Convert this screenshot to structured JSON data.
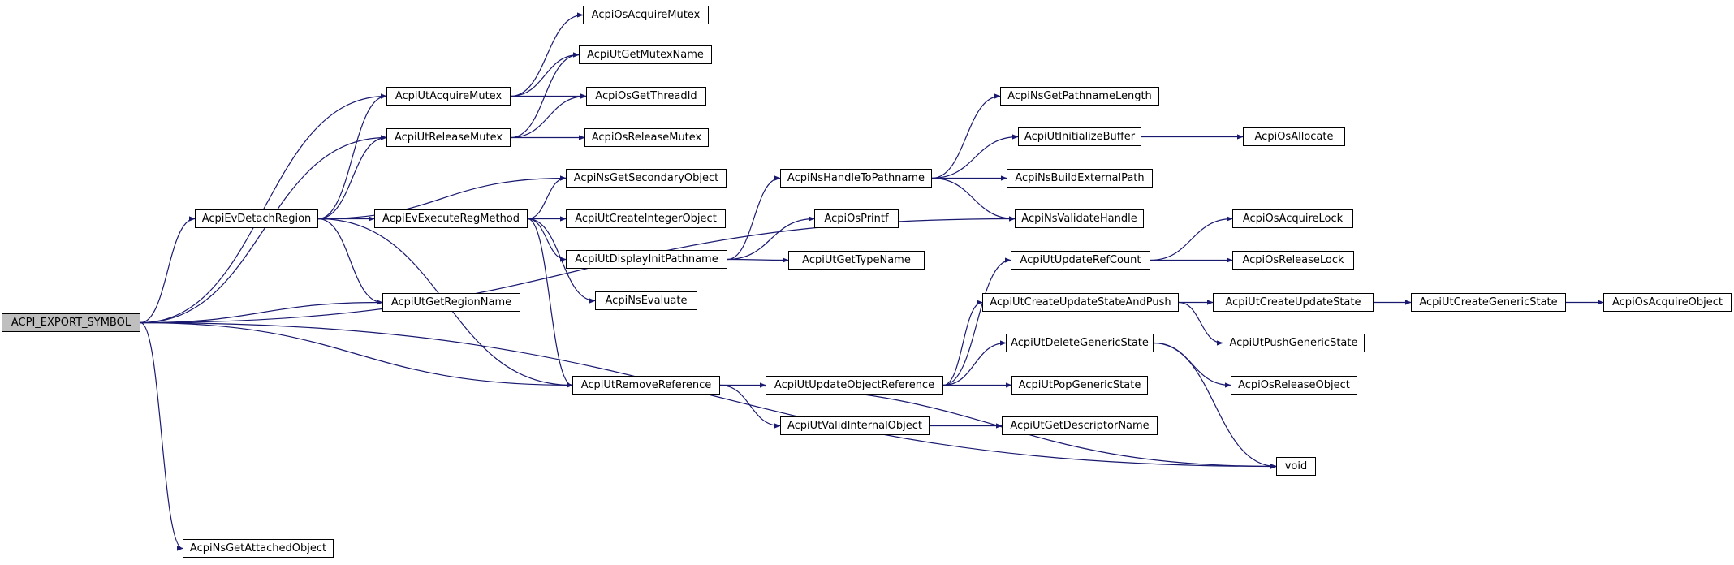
{
  "graph": {
    "colors": {
      "edge": "#191970",
      "node_border": "#000000",
      "node_fill": "#ffffff",
      "root_fill": "#bfbfbf"
    },
    "nodes": [
      {
        "id": "n0",
        "label": "ACPI_EXPORT_SYMBOL",
        "root": true
      },
      {
        "id": "n1",
        "label": "AcpiEvDetachRegion"
      },
      {
        "id": "n2",
        "label": "AcpiNsGetAttachedObject"
      },
      {
        "id": "n3",
        "label": "AcpiUtAcquireMutex"
      },
      {
        "id": "n4",
        "label": "AcpiUtReleaseMutex"
      },
      {
        "id": "n5",
        "label": "AcpiEvExecuteRegMethod"
      },
      {
        "id": "n6",
        "label": "AcpiUtGetRegionName"
      },
      {
        "id": "n7",
        "label": "AcpiOsAcquireMutex"
      },
      {
        "id": "n8",
        "label": "AcpiUtGetMutexName"
      },
      {
        "id": "n9",
        "label": "AcpiOsGetThreadId"
      },
      {
        "id": "n10",
        "label": "AcpiOsReleaseMutex"
      },
      {
        "id": "n11",
        "label": "AcpiNsGetSecondaryObject"
      },
      {
        "id": "n12",
        "label": "AcpiUtCreateIntegerObject"
      },
      {
        "id": "n13",
        "label": "AcpiUtDisplayInitPathname"
      },
      {
        "id": "n14",
        "label": "AcpiNsEvaluate"
      },
      {
        "id": "n15",
        "label": "AcpiUtRemoveReference"
      },
      {
        "id": "n16",
        "label": "AcpiNsHandleToPathname"
      },
      {
        "id": "n17",
        "label": "AcpiOsPrintf"
      },
      {
        "id": "n18",
        "label": "AcpiUtGetTypeName"
      },
      {
        "id": "n19",
        "label": "AcpiUtUpdateObjectReference"
      },
      {
        "id": "n20",
        "label": "AcpiUtValidInternalObject"
      },
      {
        "id": "n21",
        "label": "AcpiNsGetPathnameLength"
      },
      {
        "id": "n22",
        "label": "AcpiUtInitializeBuffer"
      },
      {
        "id": "n23",
        "label": "AcpiNsBuildExternalPath"
      },
      {
        "id": "n24",
        "label": "AcpiNsValidateHandle"
      },
      {
        "id": "n25",
        "label": "AcpiUtUpdateRefCount"
      },
      {
        "id": "n26",
        "label": "AcpiUtCreateUpdateStateAndPush"
      },
      {
        "id": "n27",
        "label": "AcpiUtDeleteGenericState"
      },
      {
        "id": "n28",
        "label": "AcpiUtPopGenericState"
      },
      {
        "id": "n29",
        "label": "AcpiUtGetDescriptorName"
      },
      {
        "id": "n30",
        "label": "AcpiOsAllocate"
      },
      {
        "id": "n31",
        "label": "AcpiOsAcquireLock"
      },
      {
        "id": "n32",
        "label": "AcpiOsReleaseLock"
      },
      {
        "id": "n33",
        "label": "AcpiUtCreateUpdateState"
      },
      {
        "id": "n34",
        "label": "AcpiUtPushGenericState"
      },
      {
        "id": "n35",
        "label": "AcpiOsReleaseObject"
      },
      {
        "id": "n36",
        "label": "AcpiUtCreateGenericState"
      },
      {
        "id": "n37",
        "label": "AcpiOsAcquireObject"
      },
      {
        "id": "n38",
        "label": "void"
      }
    ],
    "edges": [
      {
        "from": "n0",
        "to": "n3"
      },
      {
        "from": "n0",
        "to": "n4"
      },
      {
        "from": "n0",
        "to": "n1"
      },
      {
        "from": "n0",
        "to": "n6"
      },
      {
        "from": "n0",
        "to": "n24"
      },
      {
        "from": "n0",
        "to": "n15"
      },
      {
        "from": "n0",
        "to": "n38"
      },
      {
        "from": "n0",
        "to": "n2"
      },
      {
        "from": "n1",
        "to": "n3"
      },
      {
        "from": "n1",
        "to": "n4"
      },
      {
        "from": "n1",
        "to": "n11"
      },
      {
        "from": "n1",
        "to": "n5"
      },
      {
        "from": "n1",
        "to": "n6"
      },
      {
        "from": "n1",
        "to": "n15"
      },
      {
        "from": "n3",
        "to": "n7"
      },
      {
        "from": "n3",
        "to": "n8"
      },
      {
        "from": "n3",
        "to": "n9"
      },
      {
        "from": "n4",
        "to": "n8"
      },
      {
        "from": "n4",
        "to": "n9"
      },
      {
        "from": "n4",
        "to": "n10"
      },
      {
        "from": "n5",
        "to": "n11"
      },
      {
        "from": "n5",
        "to": "n12"
      },
      {
        "from": "n5",
        "to": "n13"
      },
      {
        "from": "n5",
        "to": "n14"
      },
      {
        "from": "n5",
        "to": "n15"
      },
      {
        "from": "n13",
        "to": "n16"
      },
      {
        "from": "n13",
        "to": "n17"
      },
      {
        "from": "n13",
        "to": "n18"
      },
      {
        "from": "n16",
        "to": "n21"
      },
      {
        "from": "n16",
        "to": "n22"
      },
      {
        "from": "n16",
        "to": "n23"
      },
      {
        "from": "n16",
        "to": "n24"
      },
      {
        "from": "n22",
        "to": "n30"
      },
      {
        "from": "n15",
        "to": "n19"
      },
      {
        "from": "n15",
        "to": "n20"
      },
      {
        "from": "n15",
        "to": "n38"
      },
      {
        "from": "n19",
        "to": "n25"
      },
      {
        "from": "n19",
        "to": "n26"
      },
      {
        "from": "n19",
        "to": "n27"
      },
      {
        "from": "n19",
        "to": "n28"
      },
      {
        "from": "n20",
        "to": "n29"
      },
      {
        "from": "n25",
        "to": "n31"
      },
      {
        "from": "n25",
        "to": "n32"
      },
      {
        "from": "n26",
        "to": "n33"
      },
      {
        "from": "n26",
        "to": "n34"
      },
      {
        "from": "n33",
        "to": "n36"
      },
      {
        "from": "n36",
        "to": "n37"
      },
      {
        "from": "n27",
        "to": "n35"
      },
      {
        "from": "n27",
        "to": "n38"
      }
    ]
  }
}
